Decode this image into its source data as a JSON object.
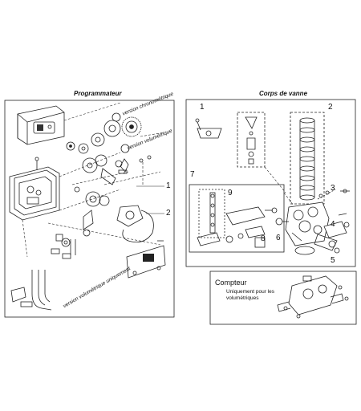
{
  "panels": {
    "programmer": {
      "title": "Programmateur"
    },
    "valve_body": {
      "title": "Corps de vanne"
    },
    "meter": {
      "title": "Compteur",
      "subtitle": "Uniquement pour les volumétriques"
    }
  },
  "rotated_labels": {
    "chrono": "version chronométrique",
    "volume": "version volumétrique",
    "volume_only": "version volumétrique uniquement"
  },
  "callouts": {
    "prog_1": "1",
    "prog_2": "2",
    "valve_1": "1",
    "valve_2": "2",
    "valve_3": "3",
    "valve_4": "4",
    "valve_5": "5",
    "valve_6": "6",
    "valve_7": "7",
    "valve_8": "8",
    "valve_9": "9"
  }
}
